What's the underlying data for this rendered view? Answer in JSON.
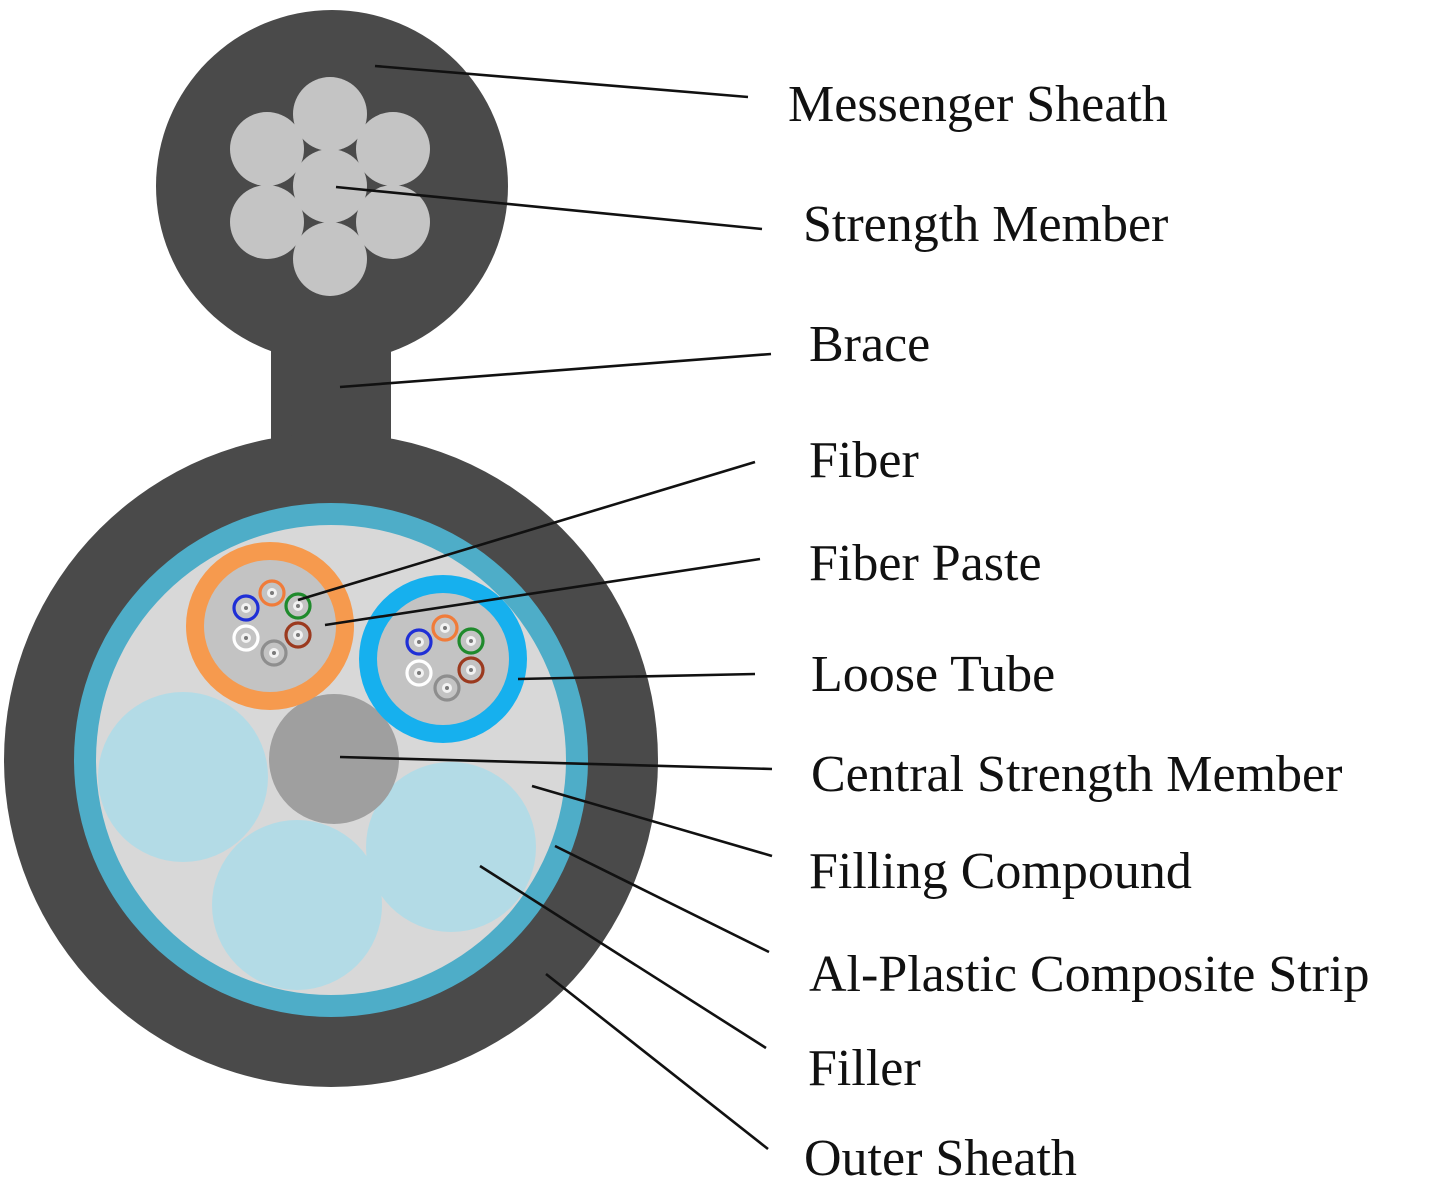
{
  "colors": {
    "sheath": "#4a4a4a",
    "messenger_wire": "#c4c4c4",
    "al_plastic_strip": "#4eadc8",
    "filling_compound": "#d8d8d8",
    "filler": "#b3dbe6",
    "central_strength_member": "#9f9f9f",
    "tube_interior": "#c3c3c3",
    "loose_tube_left": "#f69a4e",
    "loose_tube_right": "#16b0ee"
  },
  "fiber_colors": [
    "blue",
    "orange",
    "green",
    "white",
    "brown",
    "gray"
  ],
  "labels": {
    "messenger_sheath": "Messenger Sheath",
    "strength_member": "Strength Member",
    "brace": "Brace",
    "fiber": "Fiber",
    "fiber_paste": "Fiber Paste",
    "loose_tube": "Loose Tube",
    "central_strength_member": "Central Strength Member",
    "filling_compound": "Filling Compound",
    "al_plastic_composite_strip": "Al-Plastic Composite Strip",
    "filler": "Filler",
    "outer_sheath": "Outer Sheath"
  }
}
